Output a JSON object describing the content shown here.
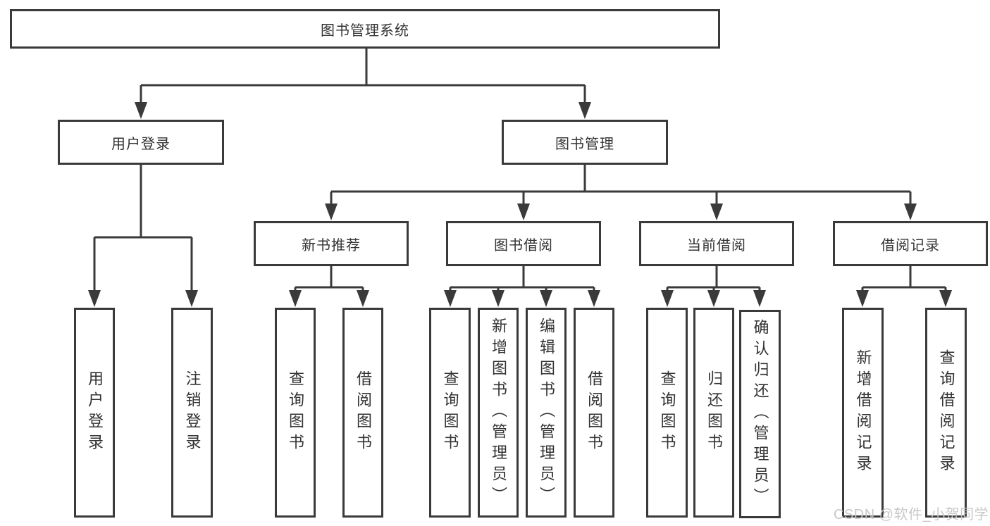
{
  "nodes": {
    "root": "图书管理系统",
    "userLogin": "用户登录",
    "bookManagement": "图书管理",
    "newBookRecommend": "新书推荐",
    "bookBorrow": "图书借阅",
    "currentBorrow": "当前借阅",
    "borrowRecords": "借阅记录",
    "leafUserLogin": "用户登录",
    "leafLogoutLogin": "注销登录",
    "leafQueryBooksA": "查询图书",
    "leafBorrowBooksA": "借阅图书",
    "leafQueryBooksB": "查询图书",
    "leafAddBooksAdmin": "新增图书（管理员）",
    "leafEditBooksAdmin": "编辑图书（管理员）",
    "leafBorrowBooksB": "借阅图书",
    "leafQueryBooksC": "查询图书",
    "leafReturnBooks": "归还图书",
    "leafConfirmReturnAdmin": "确认归还（管理员）",
    "leafAddBorrowRecord": "新增借阅记录",
    "leafQueryBorrowRecord": "查询借阅记录"
  },
  "watermark": "CSDN @软件_小贺同学",
  "colors": {
    "line": "#3a3a3a",
    "text": "#333333",
    "watermark": "#c5c5c5",
    "background": "#ffffff"
  }
}
